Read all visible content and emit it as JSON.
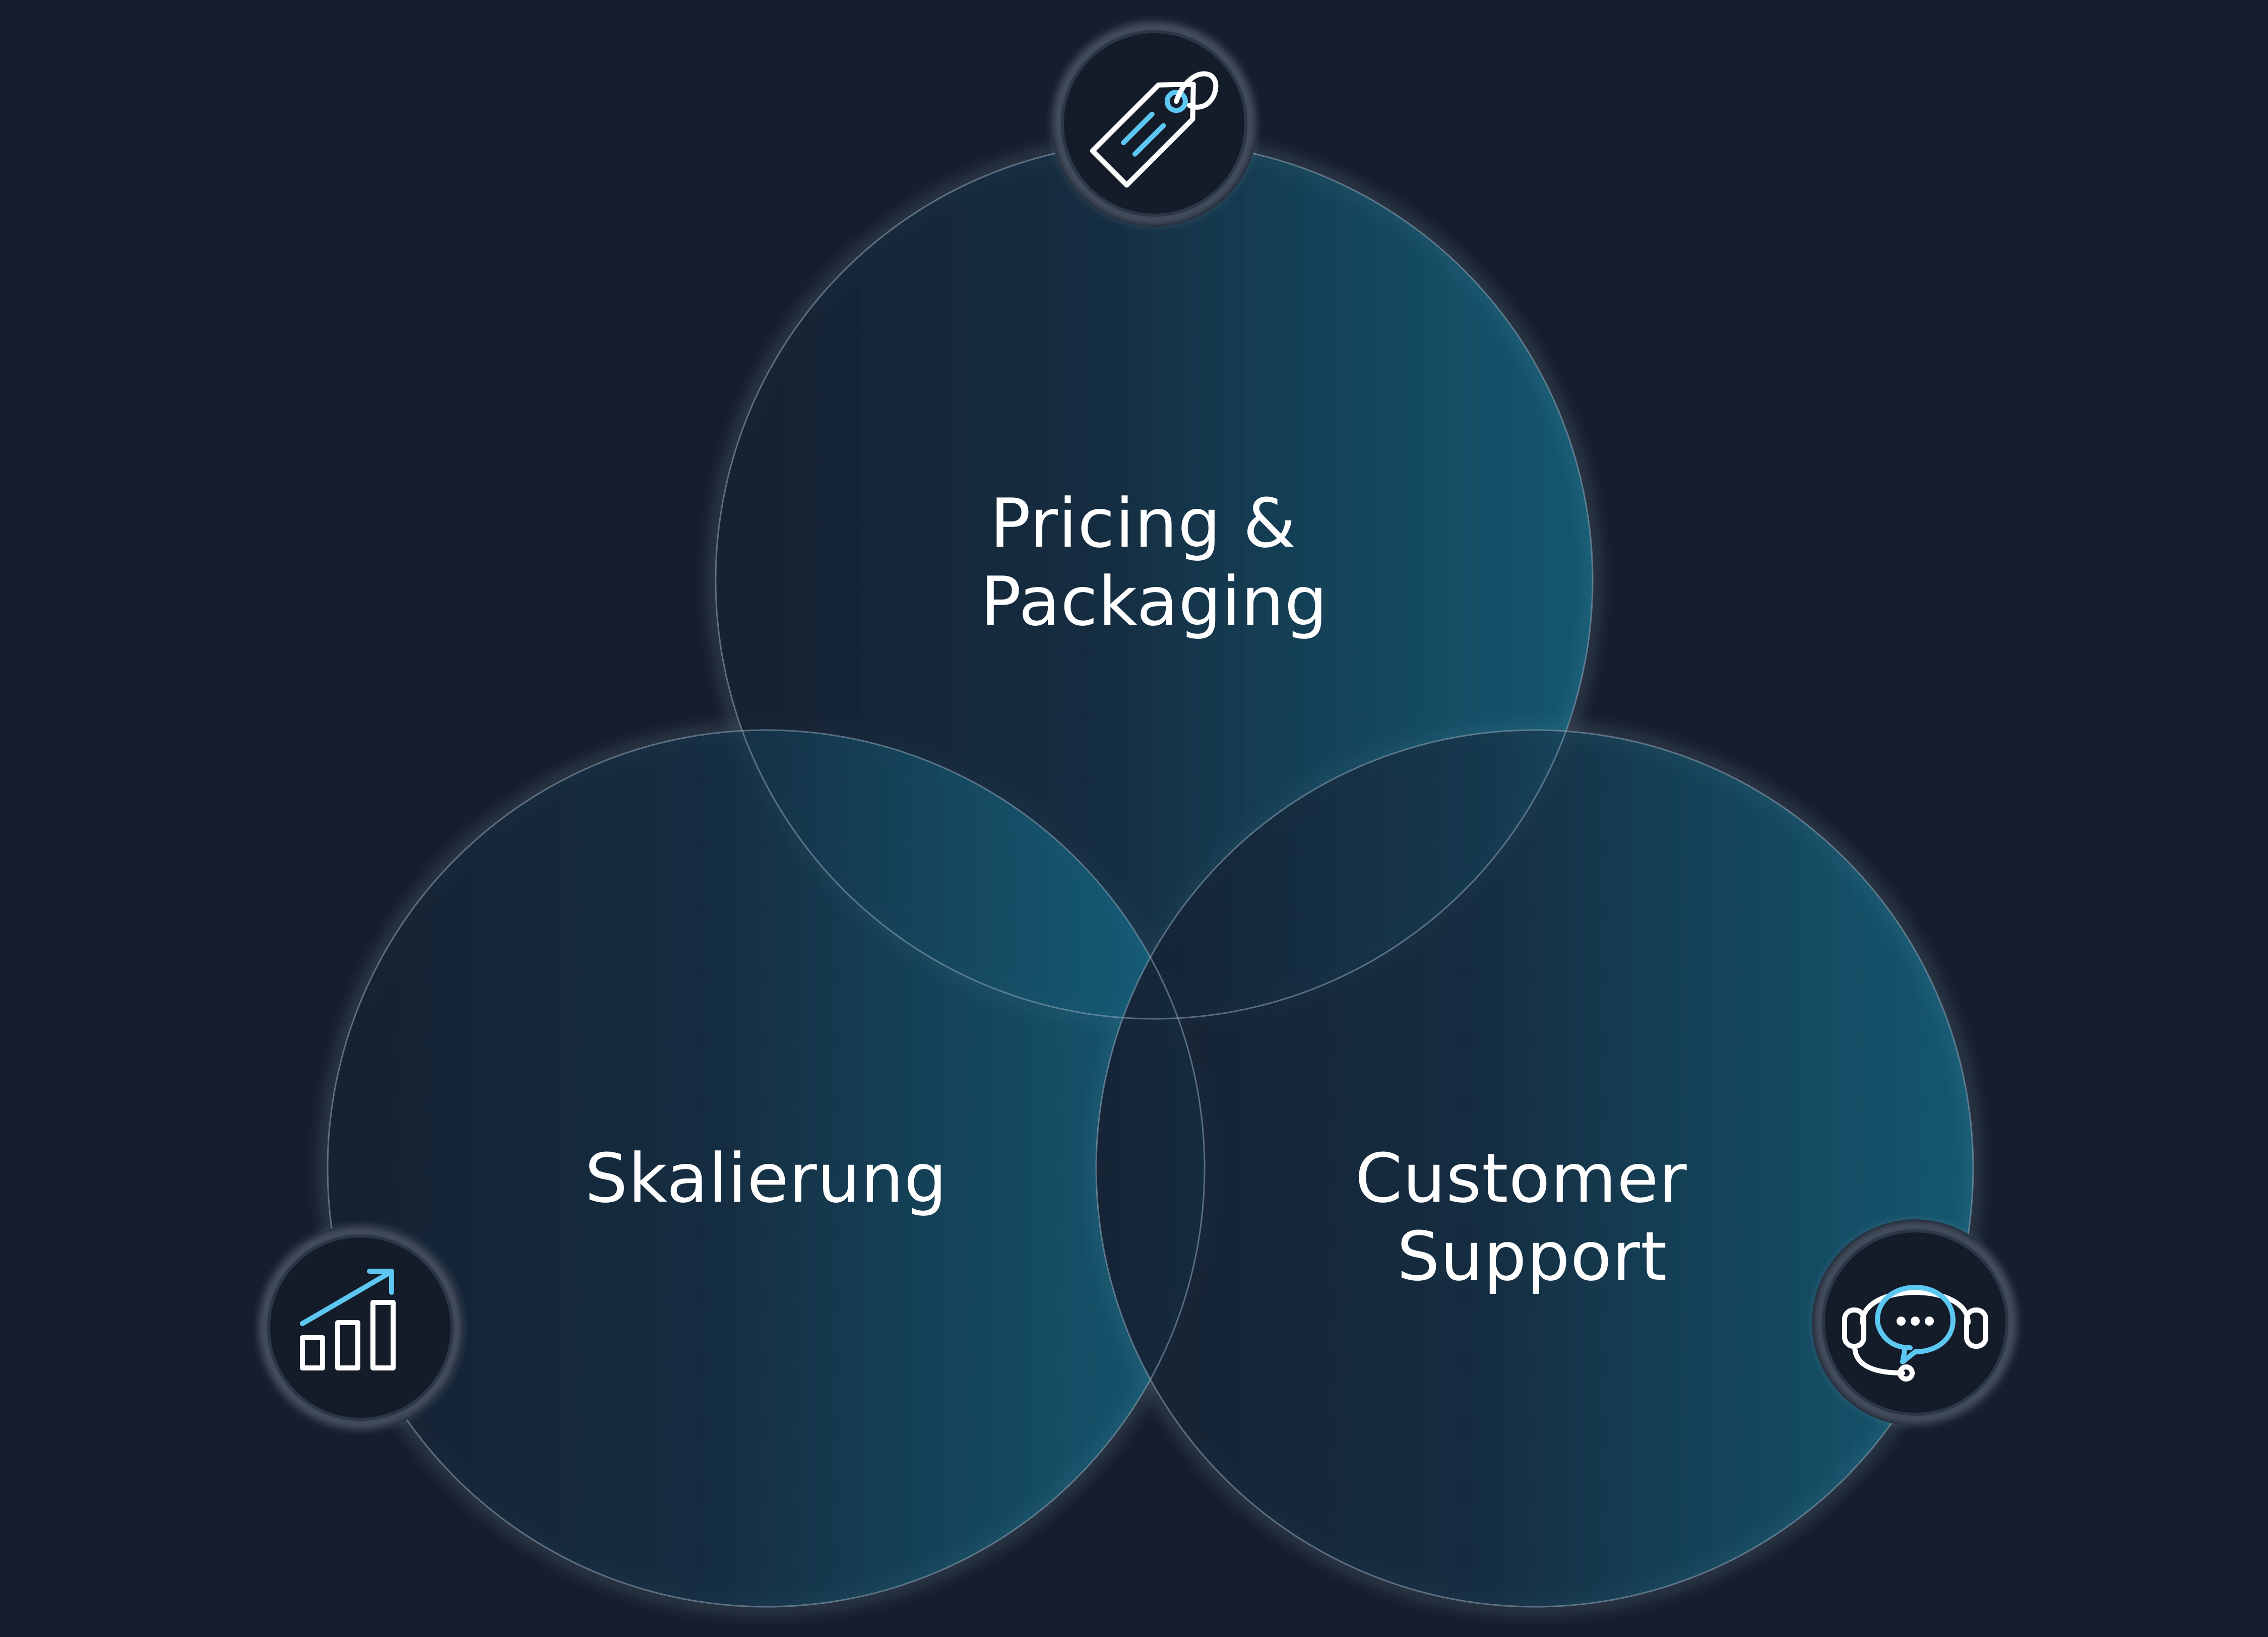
{
  "diagram": {
    "sets": [
      {
        "id": "pricing",
        "label_lines": [
          "Pricing &",
          "Packaging"
        ],
        "icon": "price-tag-icon"
      },
      {
        "id": "scaling",
        "label_lines": [
          "Skalierung"
        ],
        "icon": "growth-chart-icon"
      },
      {
        "id": "support",
        "label_lines": [
          "Customer",
          "Support"
        ],
        "icon": "headset-support-icon"
      }
    ]
  },
  "colors": {
    "background": "#151e2d",
    "circle_dark": "#152031",
    "circle_light": "#147a98",
    "accent": "#5cc8f2",
    "icon_white": "#ffffff",
    "badge": "#141c2a"
  }
}
